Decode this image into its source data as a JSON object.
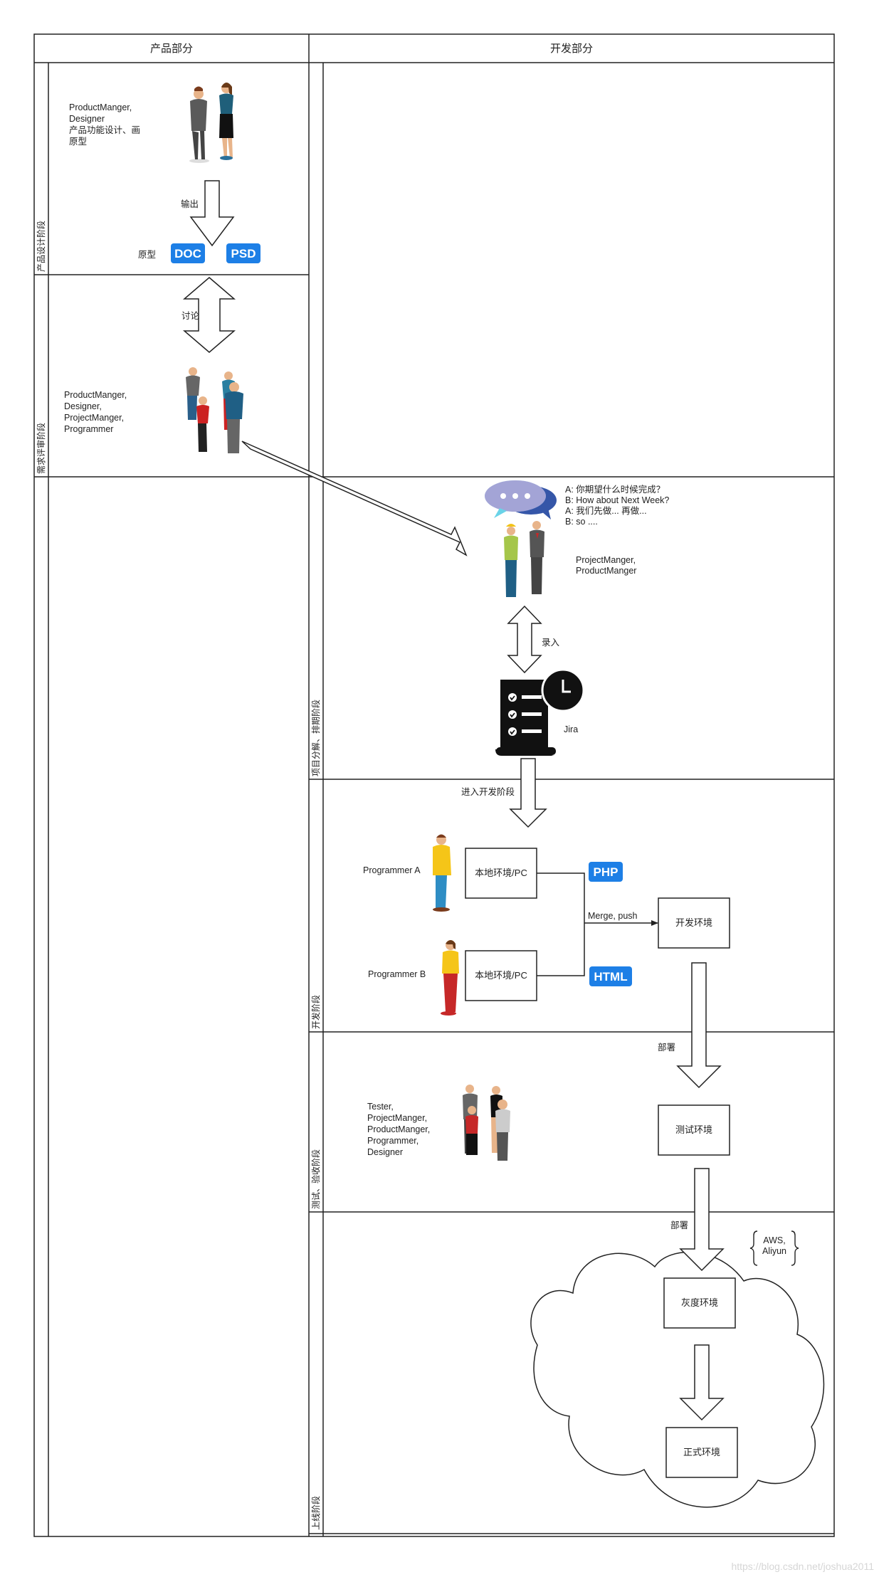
{
  "columns": {
    "product": "产品部分",
    "dev": "开发部分"
  },
  "phases": {
    "design": "产品设计阶段",
    "review": "需求评审阶段",
    "planning": "项目分解、排期阶段",
    "development": "开发阶段",
    "testing": "测试、验收阶段",
    "release": "上线阶段"
  },
  "design": {
    "roles": [
      "ProductManger,",
      "Designer",
      "产品功能设计、画",
      "原型"
    ],
    "output_label": "输出",
    "prototype_label": "原型",
    "badges": [
      "DOC",
      "PSD"
    ]
  },
  "review": {
    "discuss_label": "讨论",
    "roles": [
      "ProductManger,",
      "Designer,",
      "ProjectManger,",
      "Programmer"
    ]
  },
  "planning": {
    "dialog": [
      "A: 你期望什么时候完成？",
      "B: How about Next Week?",
      "A: 我们先做... 再做...",
      "B: so ...."
    ],
    "roles": [
      "ProjectManger,",
      "ProductManger"
    ],
    "entry_label": "录入",
    "tool_label": "Jira"
  },
  "development": {
    "enter_label": "进入开发阶段",
    "programmer_a": "Programmer A",
    "programmer_b": "Programmer B",
    "local_env": "本地环境/PC",
    "badges": [
      "PHP",
      "HTML"
    ],
    "merge_label": "Merge, push",
    "dev_env": "开发环境"
  },
  "testing": {
    "deploy_label": "部署",
    "roles": [
      "Tester,",
      "ProjectManger,",
      "ProductManger,",
      "Programmer,",
      "Designer"
    ],
    "test_env": "测试环境"
  },
  "release": {
    "deploy_label": "部署",
    "cloud_label": [
      "AWS,",
      "Aliyun"
    ],
    "gray_env": "灰度环境",
    "prod_env": "正式环境"
  },
  "watermark": "https://blog.csdn.net/joshua2011",
  "colors": {
    "badge": "#1d7fe6",
    "line": "#222222",
    "watermark": "#dddddd"
  }
}
